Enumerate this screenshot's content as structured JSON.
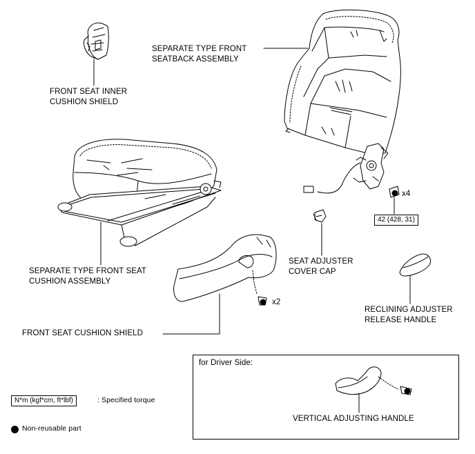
{
  "labels": {
    "inner_shield_line1": "FRONT SEAT INNER",
    "inner_shield_line2": "CUSHION SHIELD",
    "seatback_line1": "SEPARATE TYPE FRONT",
    "seatback_line2": "SEATBACK ASSEMBLY",
    "cushion_line1": "SEPARATE TYPE FRONT SEAT",
    "cushion_line2": "CUSHION ASSEMBLY",
    "cushion_shield": "FRONT SEAT CUSHION SHIELD",
    "adjuster_cap_line1": "SEAT ADJUSTER",
    "adjuster_cap_line2": "COVER CAP",
    "recline_line1": "RECLINING ADJUSTER",
    "recline_line2": "RELEASE HANDLE",
    "vertical_handle": "VERTICAL ADJUSTING HANDLE",
    "driver_side": "for Driver Side:"
  },
  "quantities": {
    "seatback_bolts": "x4",
    "shield_screws": "x2"
  },
  "torque": {
    "seatback": "42 (428, 31)"
  },
  "legend": {
    "torque_unit": "N*m (kgf*cm, ft*lbf)",
    "torque_desc": ": Specified torque",
    "nonreusable": "Non-reusable part"
  },
  "colors": {
    "line": "#000000",
    "background": "#ffffff"
  }
}
